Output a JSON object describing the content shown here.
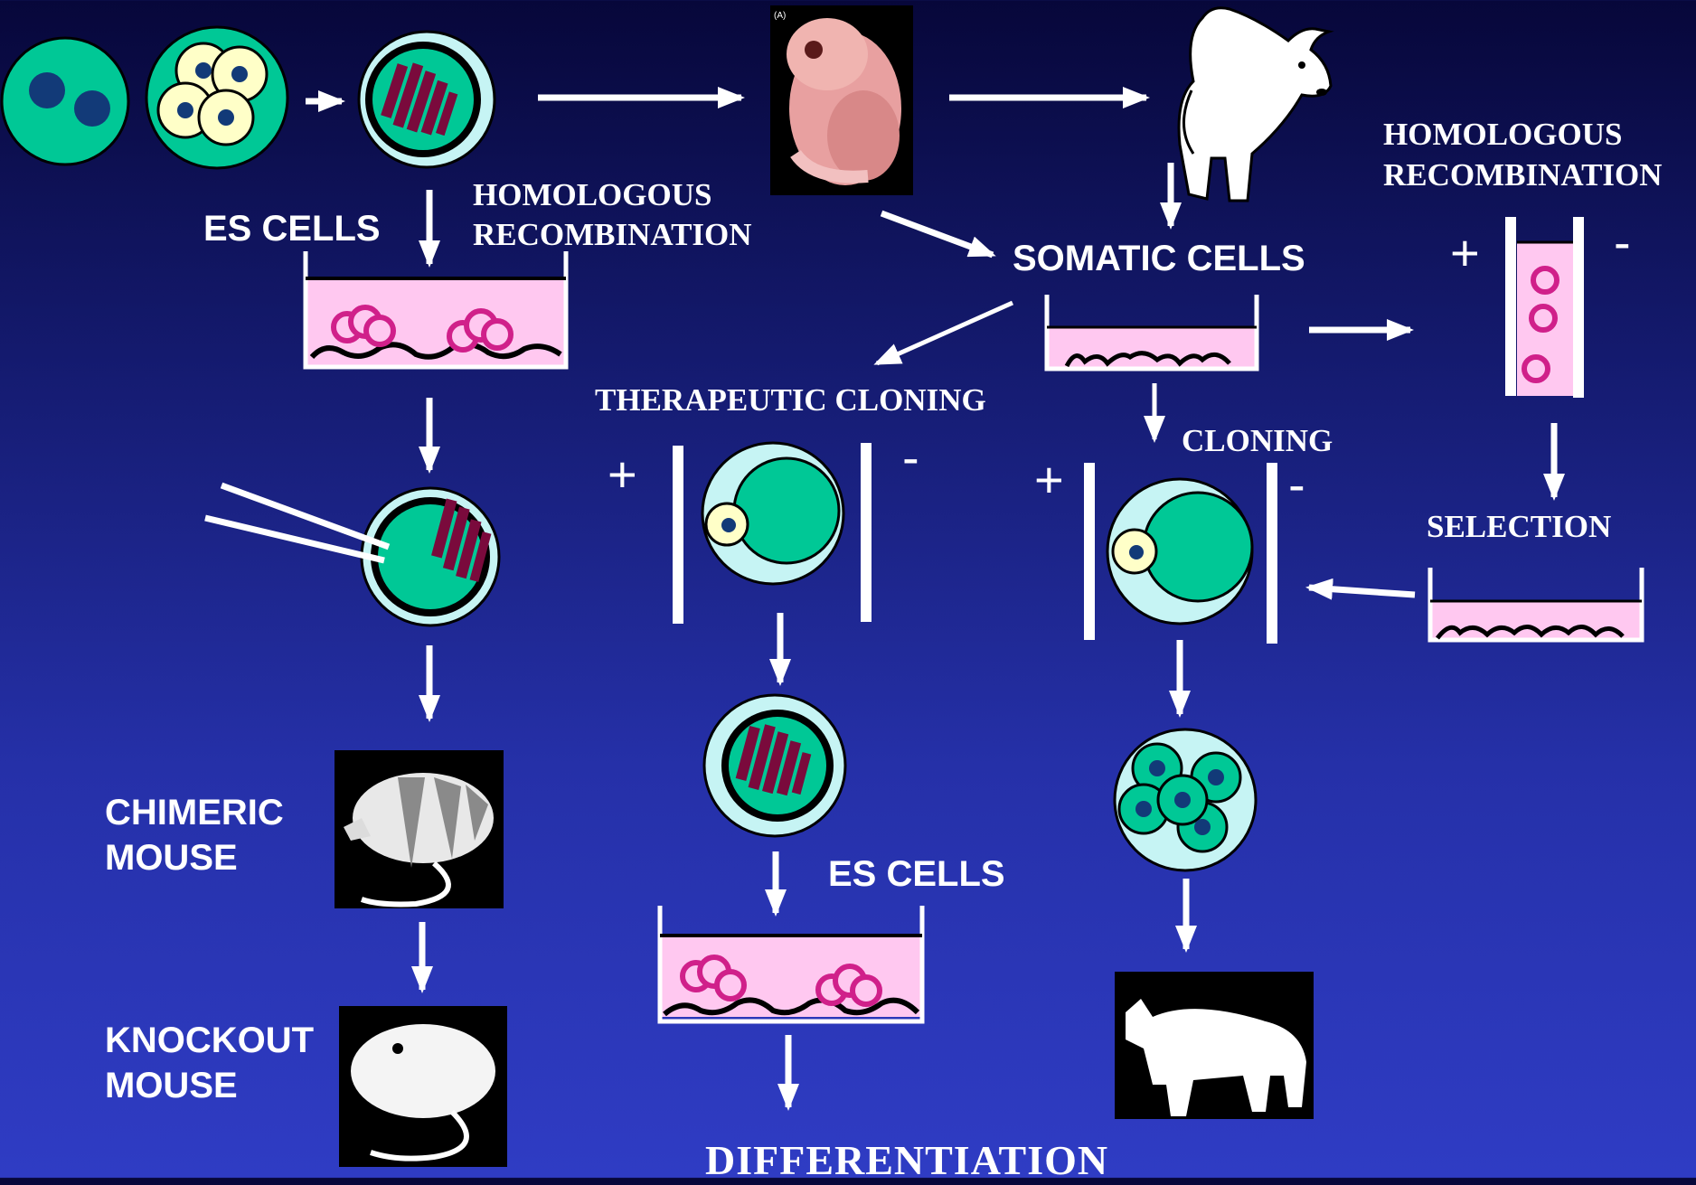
{
  "labels": {
    "es_cells_top": "ES CELLS",
    "homologous_recombination_left_1": "HOMOLOGOUS",
    "homologous_recombination_left_2": "RECOMBINATION",
    "homologous_recombination_right_1": "HOMOLOGOUS",
    "homologous_recombination_right_2": "RECOMBINATION",
    "somatic_cells": "SOMATIC CELLS",
    "therapeutic_cloning": "THERAPEUTIC CLONING",
    "cloning": "CLONING",
    "selection": "SELECTION",
    "chimeric_mouse_1": "CHIMERIC",
    "chimeric_mouse_2": "MOUSE",
    "knockout_mouse_1": "KNOCKOUT",
    "knockout_mouse_2": "MOUSE",
    "es_cells_bottom": "ES CELLS",
    "differentiation": "DIFFERENTIATION",
    "embryo_photo_caption": "(A)"
  },
  "signs": {
    "plus": "+",
    "minus": "-"
  },
  "colors": {
    "cell_green": "#00c896",
    "zona_cyan": "#c6f4f4",
    "yolk_cream": "#ffffc8",
    "nucleus_navy": "#123a78",
    "dish_pink": "#ffc8f0",
    "colony_magenta": "#d0208a",
    "chromosome_maroon": "#7a0a3c"
  }
}
